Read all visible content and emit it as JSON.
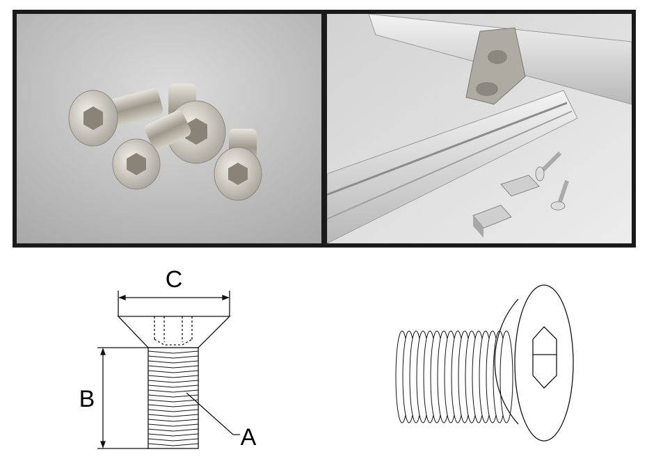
{
  "photos": {
    "left": "countersunk-hex-screws-photo",
    "right": "aluminum-profile-bracket-photo"
  },
  "drawing": {
    "labels": {
      "a": "A",
      "b": "B",
      "c": "C"
    }
  },
  "colors": {
    "frame": "#1a1a1a",
    "photo_bg": "#c9c9c9",
    "metal": "#d8d4cc"
  }
}
